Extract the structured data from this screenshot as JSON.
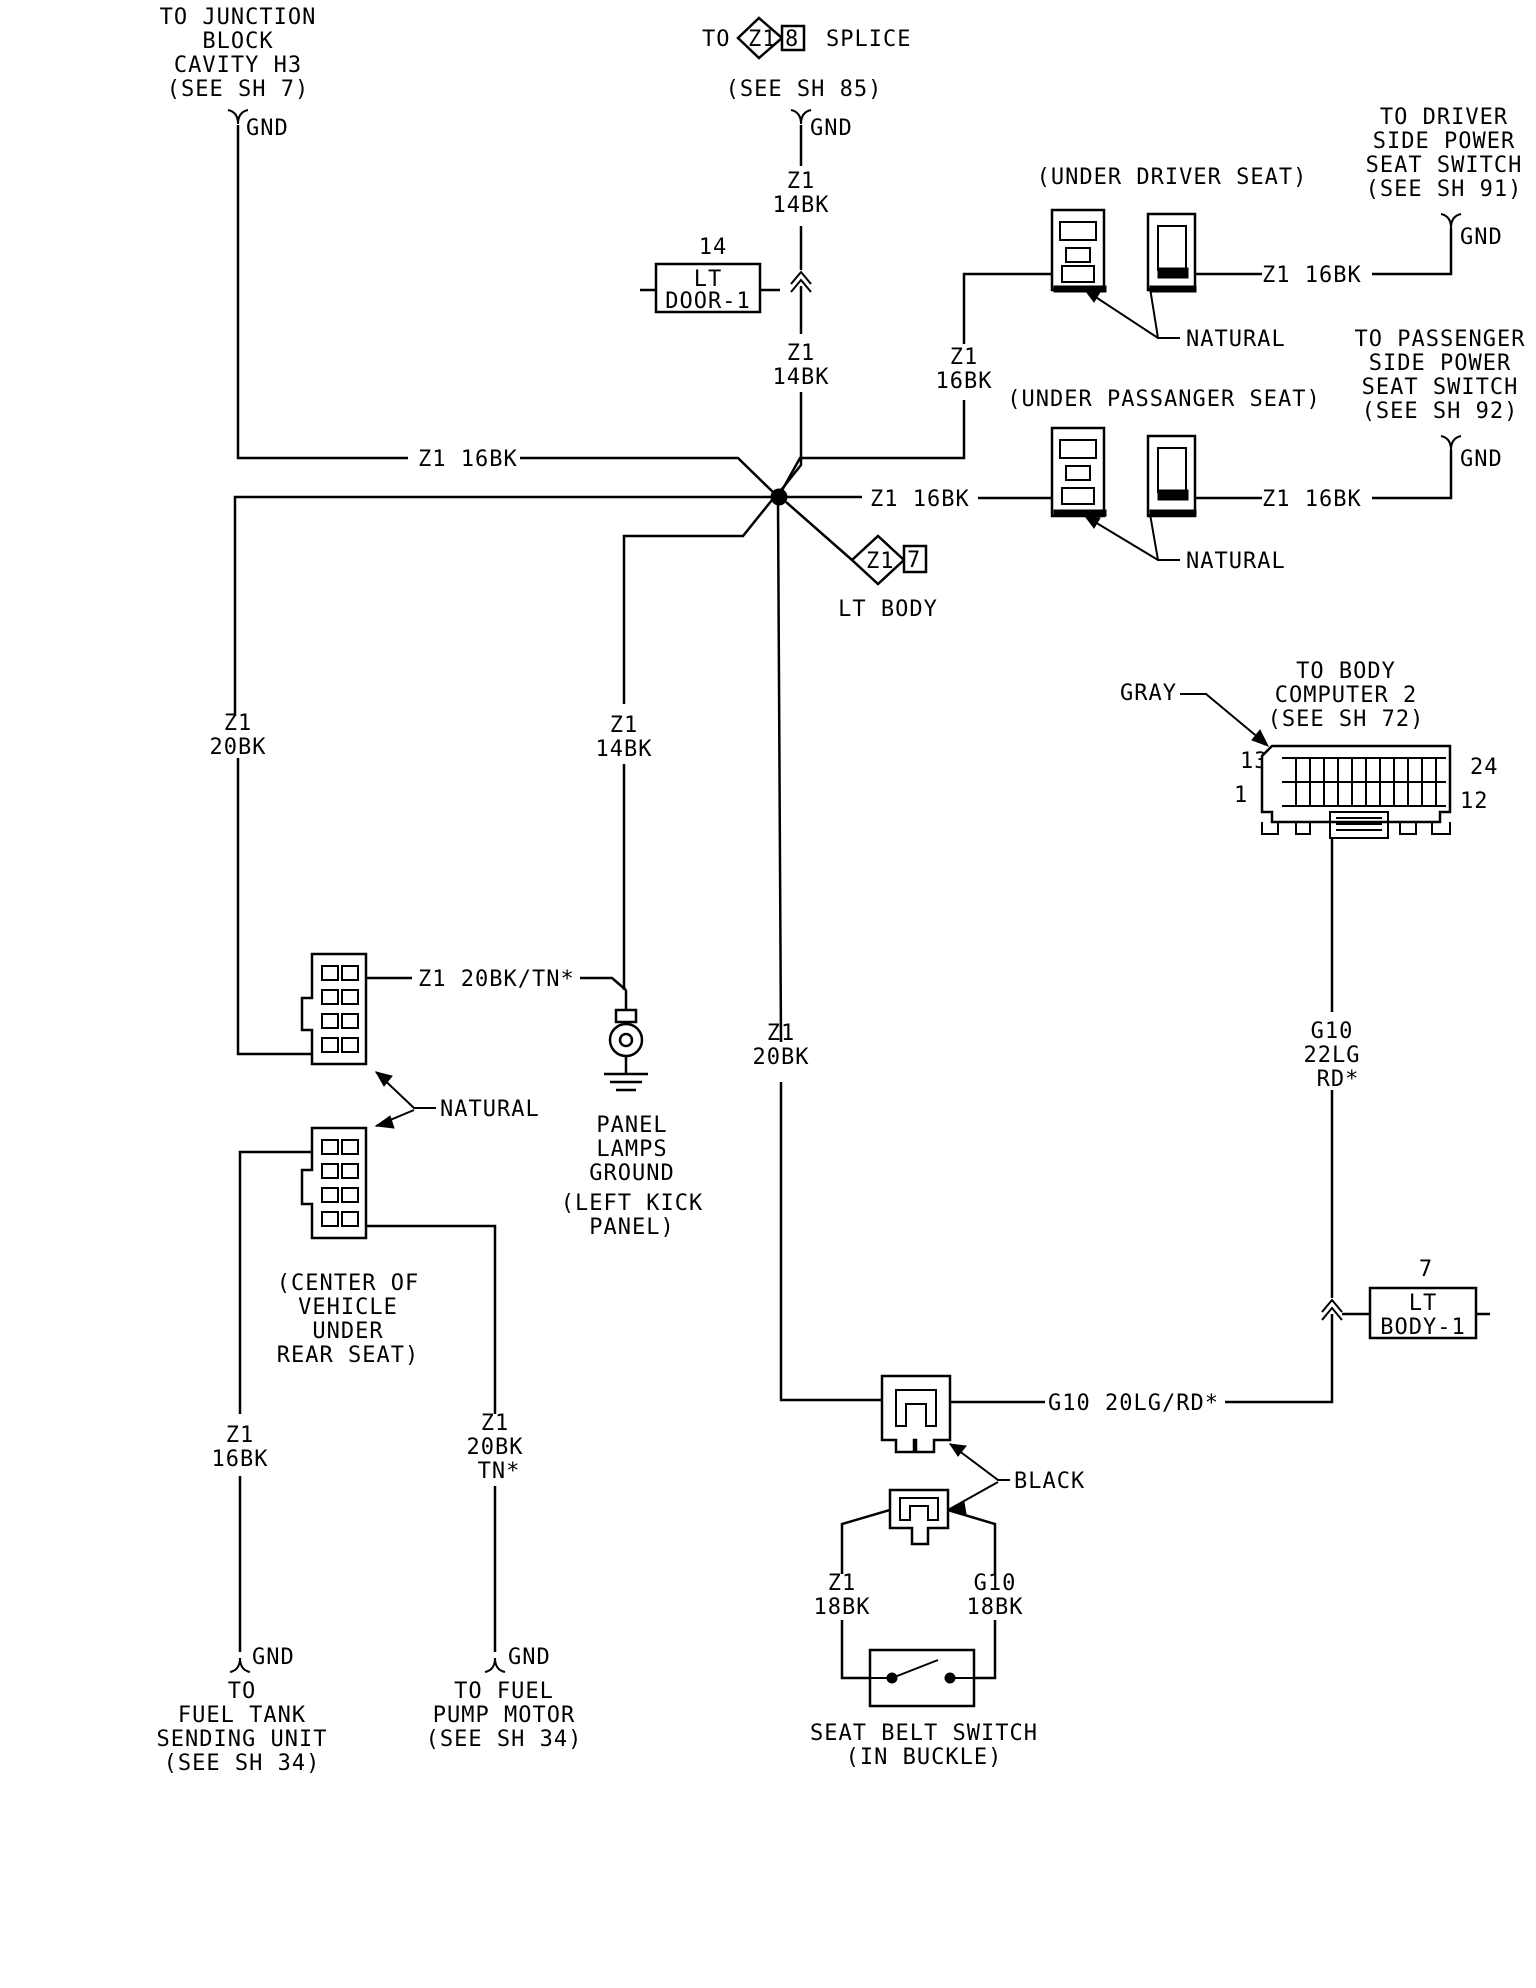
{
  "diagram": {
    "junction_block": [
      "TO JUNCTION",
      "BLOCK",
      "CAVITY H3",
      "(SEE SH 7)"
    ],
    "gnd": "GND",
    "splice_to": "TO",
    "splice_z1": "Z1",
    "splice_num": "8",
    "splice_word": "SPLICE",
    "splice_see": "(SEE SH 85)",
    "lt_door_num": "14",
    "lt_door": [
      "LT",
      "DOOR-1"
    ],
    "under_driver_seat": "(UNDER DRIVER SEAT)",
    "under_passenger_seat": "(UNDER PASSANGER SEAT)",
    "driver_seat_switch": [
      "TO DRIVER",
      "SIDE POWER",
      "SEAT SWITCH",
      "(SEE SH 91)"
    ],
    "passenger_seat_switch": [
      "TO PASSENGER",
      "SIDE POWER",
      "SEAT SWITCH",
      "(SEE SH 92)"
    ],
    "natural": "NATURAL",
    "wire_z1": "Z1",
    "wire_14bk": "14BK",
    "wire_16bk": "16BK",
    "wire_20bk": "20BK",
    "wire_z1_16bk": "Z1 16BK",
    "wire_z1_20bk_tn": "Z1 20BK/TN*",
    "lt_body_z1": "Z1",
    "lt_body_num": "7",
    "lt_body_label": "LT BODY",
    "body_computer": [
      "TO BODY",
      "COMPUTER 2",
      "(SEE SH 72)"
    ],
    "gray": "GRAY",
    "pin13": "13",
    "pin24": "24",
    "pin1": "1",
    "pin12": "12",
    "g10_wire": [
      "G10",
      "22LG",
      "RD*"
    ],
    "lt_body1_num": "7",
    "lt_body1": [
      "LT",
      "BODY-1"
    ],
    "g10_20lg": "G10 20LG/RD*",
    "black": "BLACK",
    "panel_ground": [
      "PANEL",
      "LAMPS",
      "GROUND",
      "(LEFT KICK",
      "PANEL)"
    ],
    "center_vehicle": [
      "(CENTER OF",
      "VEHICLE",
      "UNDER",
      "REAR SEAT)"
    ],
    "fuel_tank_wire": [
      "Z1",
      "16BK"
    ],
    "fuel_pump_wire": [
      "Z1",
      "20BK",
      "TN*"
    ],
    "fuel_tank": [
      "TO",
      "FUEL TANK",
      "SENDING UNIT",
      "(SEE SH 34)"
    ],
    "fuel_pump": [
      "TO FUEL",
      "PUMP MOTOR",
      "(SEE SH 34)"
    ],
    "buckle_z1": [
      "Z1",
      "18BK"
    ],
    "buckle_g10": [
      "G10",
      "18BK"
    ],
    "seat_belt_switch": [
      "SEAT BELT SWITCH",
      "(IN BUCKLE)"
    ]
  }
}
